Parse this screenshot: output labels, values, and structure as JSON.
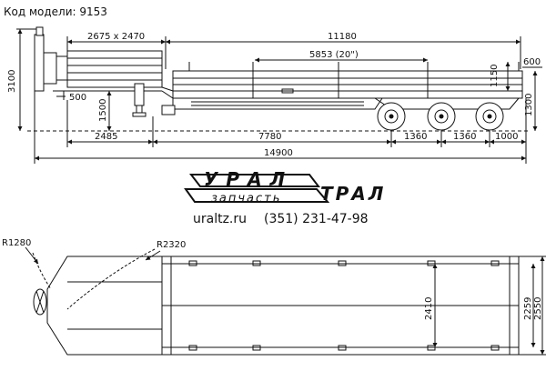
{
  "model": {
    "label": "Код модели: 9153"
  },
  "side_view": {
    "dimensions": {
      "overall_height": "3100",
      "sections": "2675 x 2470",
      "platform_length": "11180",
      "container_span": "5853 (20\")",
      "stake_height": "1150",
      "rear_overhang": "600",
      "kingpin_offset": "500",
      "deck_height": "1500",
      "axle_height": "1300",
      "kingpin_to_axles": "2485",
      "axle_base": "7780",
      "axle_spacing_1": "1360",
      "axle_spacing_2": "1360",
      "rear_axle_overhang": "1000",
      "overall_length": "14900"
    }
  },
  "logo": {
    "brand_left": "УРАЛ",
    "brand_right": "ТРАЛ",
    "subtitle": "запчасть",
    "website": "uraltz.ru",
    "phone": "(351) 231-47-98"
  },
  "top_view": {
    "dimensions": {
      "front_radius": "R1280",
      "swing_radius": "R2320",
      "inner_width": "2410",
      "deck_width": "2259",
      "overall_width": "2550"
    }
  },
  "colors": {
    "line": "#111111",
    "background": "#ffffff"
  }
}
